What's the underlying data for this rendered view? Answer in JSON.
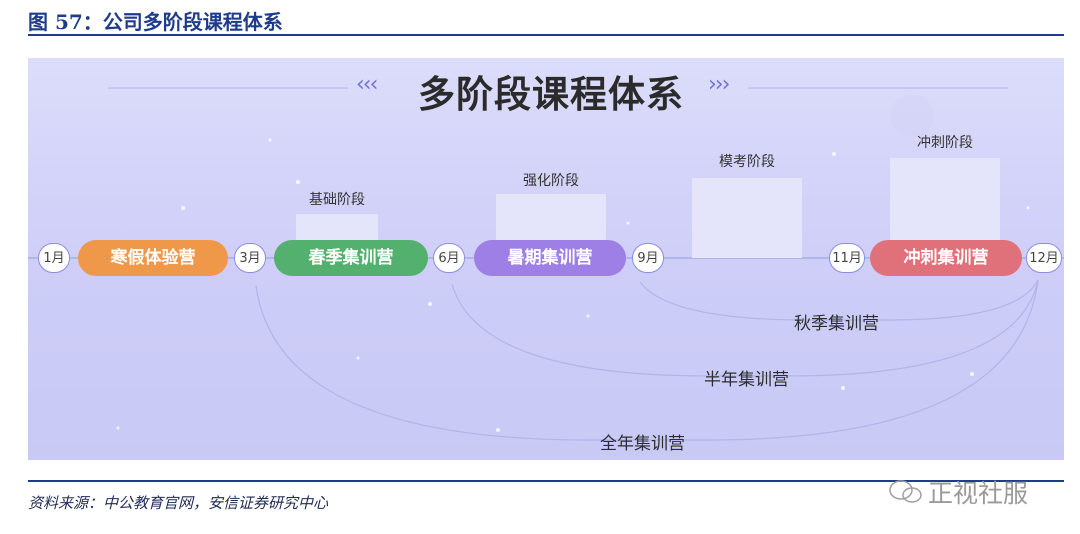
{
  "figure_title": "图 57：公司多阶段课程体系",
  "diagram": {
    "title": "多阶段课程体系",
    "chevron_left": "‹‹‹",
    "chevron_right": "›››",
    "stages": [
      {
        "label": "基础阶段"
      },
      {
        "label": "强化阶段"
      },
      {
        "label": "模考阶段"
      },
      {
        "label": "冲刺阶段"
      }
    ],
    "months": [
      "1月",
      "3月",
      "6月",
      "9月",
      "11月",
      "12月"
    ],
    "camps": [
      {
        "label": "寒假体验营",
        "color": "#f0984a"
      },
      {
        "label": "春季集训营",
        "color": "#54b06e"
      },
      {
        "label": "暑期集训营",
        "color": "#9e7fe6"
      },
      {
        "label": "冲刺集训营",
        "color": "#e0707a"
      }
    ],
    "programs": [
      "秋季集训营",
      "半年集训营",
      "全年集训营"
    ]
  },
  "source": "资料来源：中公教育官网，安信证券研究中心",
  "watermark": "正视社服"
}
